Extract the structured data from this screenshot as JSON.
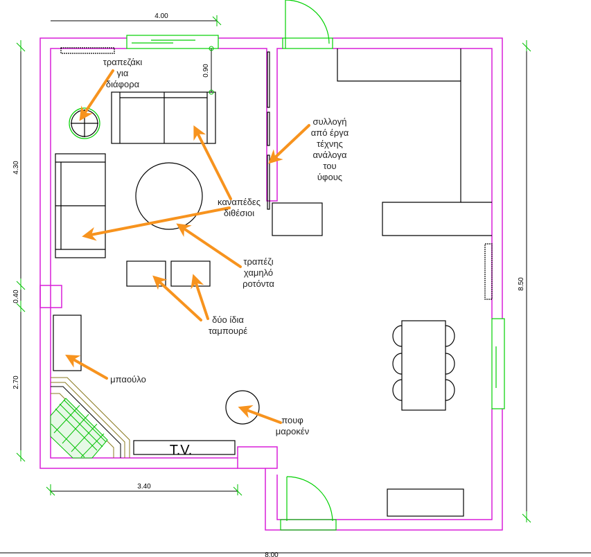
{
  "colors": {
    "wall": "#d81fd8",
    "arrow": "#f7931e",
    "opening": "#00d000",
    "furniture": "#000000"
  },
  "dimensions": {
    "top_width": "4.00",
    "window_offset": "0.90",
    "left_upper": "4.30",
    "left_pillar": "0.40",
    "left_lower": "2.70",
    "bottom_width": "3.40",
    "right_total": "8.50",
    "bottom_total": "8.00"
  },
  "labels": {
    "side_table": [
      "τραπεζάκι",
      "για",
      "διάφορα"
    ],
    "art_collection": [
      "συλλογή",
      "από έργα",
      "τέχνης",
      "ανάλογα",
      "του",
      "ύφους"
    ],
    "sofas": [
      "καναπέδες",
      "διθέσιοι"
    ],
    "coffee_table": [
      "τραπέζι",
      "χαμηλό",
      "ροτόντα"
    ],
    "stools": [
      "δύο ίδια",
      "ταμπουρέ"
    ],
    "chest": [
      "μπαούλο"
    ],
    "pouf": [
      "πουφ",
      "μαροκέν"
    ],
    "tv": "T.V."
  }
}
